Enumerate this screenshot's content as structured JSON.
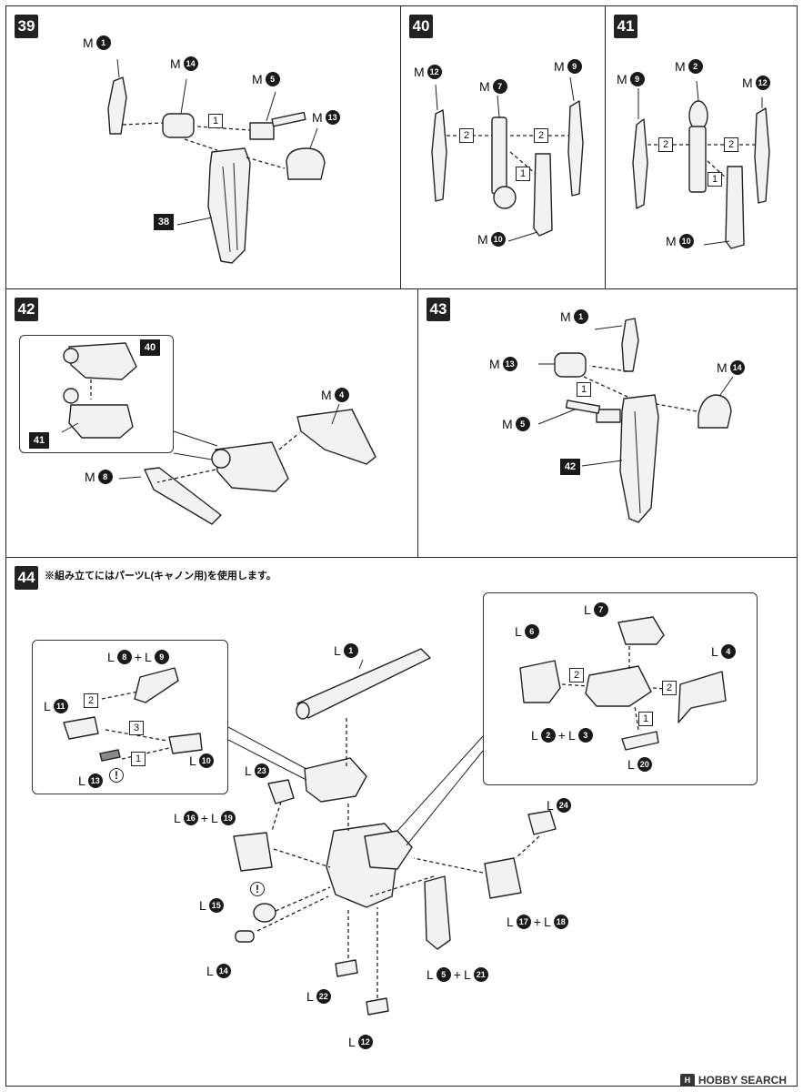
{
  "steps": {
    "s39": {
      "number": "39"
    },
    "s40": {
      "number": "40"
    },
    "s41": {
      "number": "41"
    },
    "s42": {
      "number": "42"
    },
    "s43": {
      "number": "43"
    },
    "s44": {
      "number": "44",
      "note": "※組み立てにはパーツL(キャノン用)を使用します。"
    }
  },
  "prefix": {
    "M": "M",
    "L": "L"
  },
  "numbers": {
    "n1": "1",
    "n2": "2",
    "n3": "3",
    "n4": "4",
    "n5": "5",
    "n6": "6",
    "n7": "7",
    "n8": "8",
    "n9": "9",
    "n10": "10",
    "n11": "11",
    "n12": "12",
    "n13": "13",
    "n14": "14",
    "n15": "15",
    "n16": "16",
    "n17": "17",
    "n18": "18",
    "n19": "19",
    "n20": "20",
    "n21": "21",
    "n22": "22",
    "n23": "23",
    "n24": "24"
  },
  "order": {
    "o1": "1",
    "o2": "2",
    "o3": "3"
  },
  "refs": {
    "r38": "38",
    "r40": "40",
    "r41": "41",
    "r42": "42"
  },
  "symbols": {
    "plus": "+",
    "warn": "!"
  },
  "watermark": {
    "logo": "H",
    "text": "HOBBY SEARCH"
  }
}
